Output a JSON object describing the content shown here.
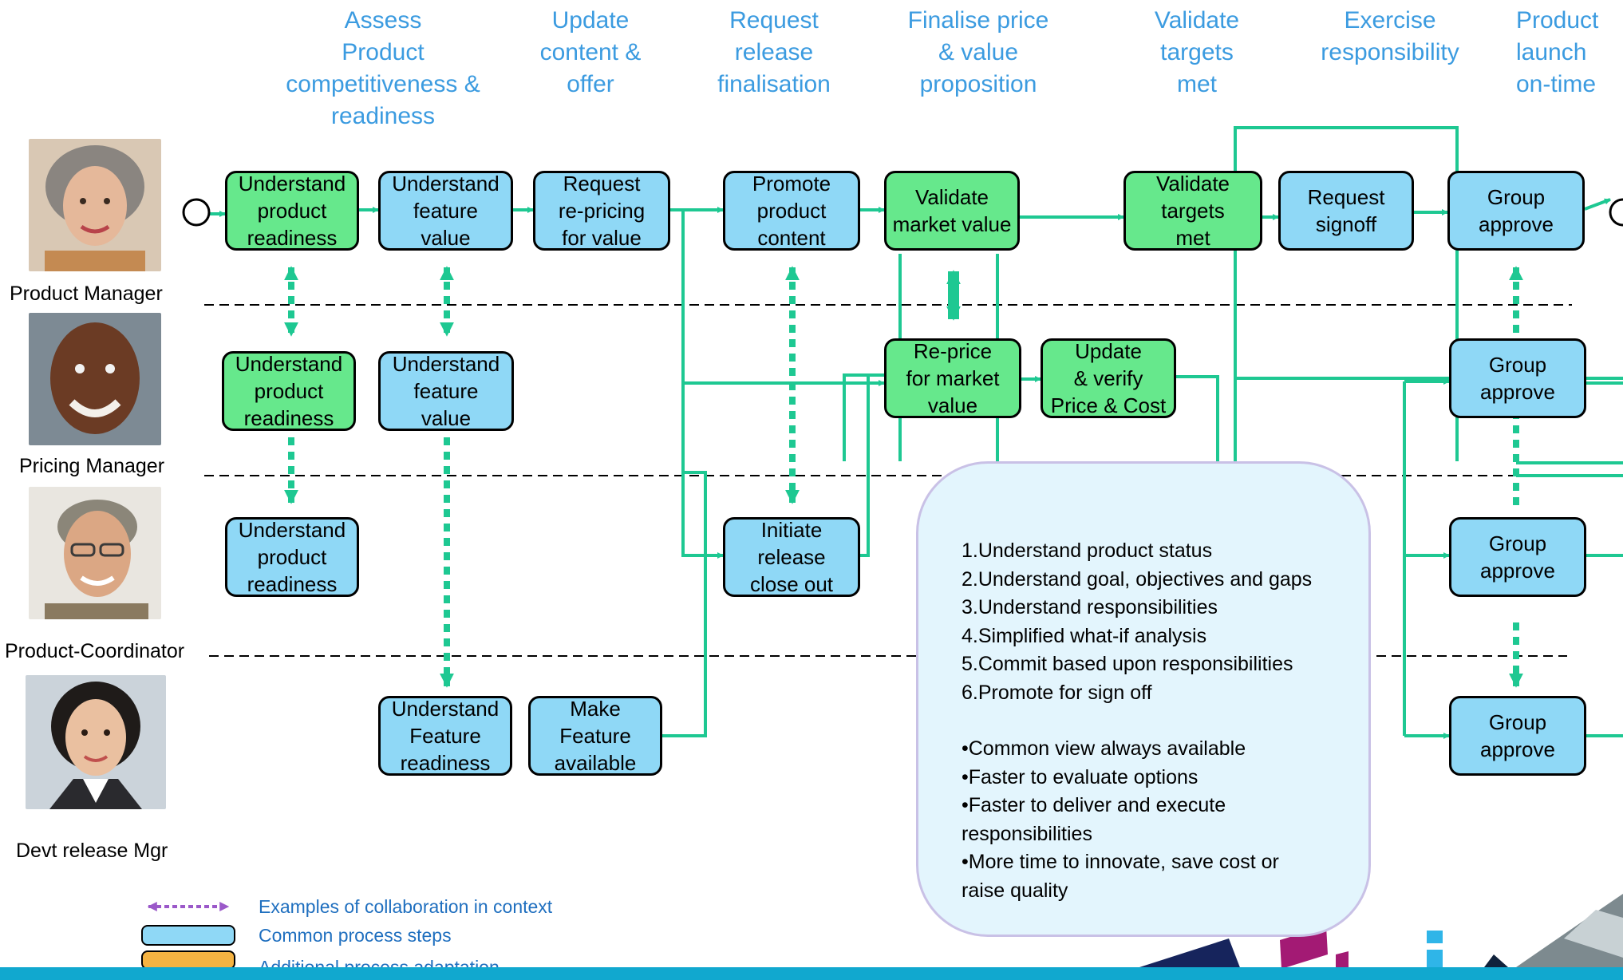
{
  "phases": [
    "Assess\nProduct\ncompetitiveness &\nreadiness",
    "Update\ncontent &\noffer",
    "Request\nrelease\nfinalisation",
    "Finalise price\n& value\nproposition",
    "Validate\ntargets\nmet",
    "Exercise\nresponsibility",
    "Product\nlaunch\non-time"
  ],
  "roles": [
    "Product Manager",
    "Pricing Manager",
    "Product-Coordinator",
    "Devt release Mgr"
  ],
  "steps": {
    "pm_understand_readiness": "Understand\nproduct\nreadiness",
    "pm_understand_feature_value": "Understand\nfeature\nvalue",
    "pm_request_repricing": "Request\nre-pricing\nfor value",
    "pm_promote_content": "Promote\nproduct\ncontent",
    "pm_validate_market_value": "Validate\nmarket value",
    "pm_validate_targets": "Validate\ntargets\nmet",
    "pm_request_signoff": "Request\nsignoff",
    "pm_group_approve": "Group\napprove",
    "pr_understand_readiness": "Understand\nproduct\nreadiness",
    "pr_understand_feature_value": "Understand\nfeature\nvalue",
    "pr_reprice": "Re-price\nfor market\nvalue",
    "pr_update_verify": "Update\n& verify\nPrice & Cost",
    "pr_group_approve": "Group\napprove",
    "pc_understand_readiness": "Understand\nproduct\nreadiness",
    "pc_initiate_closeout": "Initiate\nrelease\nclose out",
    "pc_group_approve": "Group\napprove",
    "dr_understand_feature_readiness": "Understand\nFeature\nreadiness",
    "dr_make_feature_available": "Make\nFeature\navailable",
    "dr_group_approve": "Group\napprove"
  },
  "callout": {
    "items": [
      "1.Understand product status",
      "2.Understand goal, objectives and gaps",
      "3.Understand responsibilities",
      "4.Simplified what-if analysis",
      "5.Commit based upon responsibilities",
      "6.Promote for sign off"
    ],
    "bullets": [
      "•Common view always available",
      "•Faster to evaluate options",
      "•Faster to deliver and execute\nresponsibilities",
      "•More time to innovate,  save cost or\nraise quality"
    ]
  },
  "legend": [
    "Examples of collaboration in context",
    "Common process steps",
    "Additional process adaptation"
  ],
  "colors": {
    "phase_text": "#3b9be0",
    "common_step": "#8fd8f6",
    "collaboration_step": "#66e88c",
    "flow_line": "#1ec892",
    "adaptation": "#f5b342",
    "legend_arrow": "#9b59c9"
  }
}
